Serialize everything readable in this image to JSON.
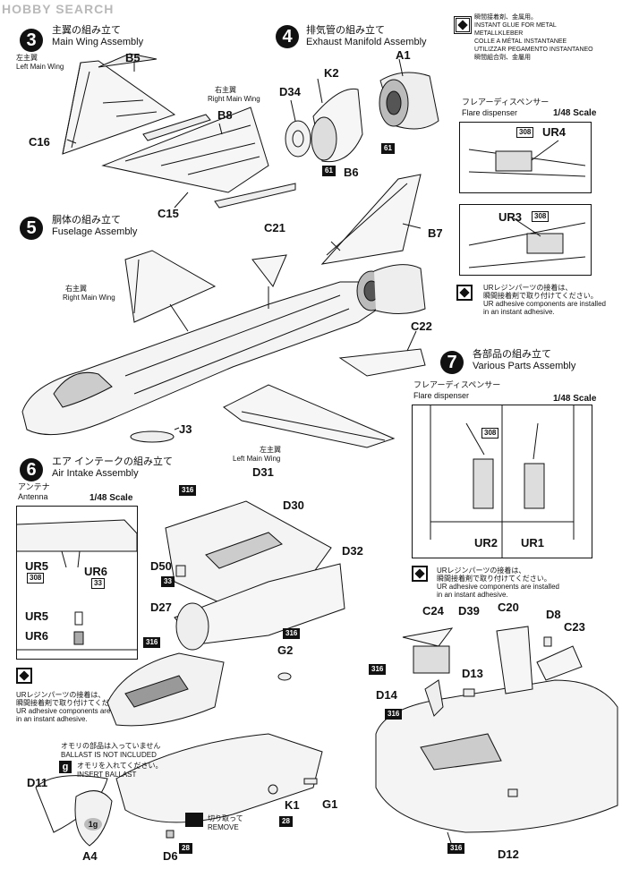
{
  "watermark": "HOBBY SEARCH",
  "steps": {
    "s3": {
      "number": "3",
      "title_jp": "主翼の組み立て",
      "title_en": "Main Wing Assembly",
      "left_jp": "左主翼",
      "left_en": "Left Main Wing",
      "right_jp": "右主翼",
      "right_en": "Right Main Wing"
    },
    "s4": {
      "number": "4",
      "title_jp": "排気管の組み立て",
      "title_en": "Exhaust Manifold Assembly"
    },
    "s5": {
      "number": "5",
      "title_jp": "胴体の組み立て",
      "title_en": "Fuselage Assembly",
      "right_jp": "右主翼",
      "right_en": "Right Main Wing",
      "left_jp": "左主翼",
      "left_en": "Left Main Wing"
    },
    "s6": {
      "number": "6",
      "title_jp": "エア インテークの組み立て",
      "title_en": "Air Intake Assembly",
      "antenna_jp": "アンテナ",
      "antenna_en": "Antenna"
    },
    "s7": {
      "number": "7",
      "title_jp": "各部品の組み立て",
      "title_en": "Various Parts Assembly"
    }
  },
  "glue_note": {
    "lines": [
      "瞬間接着剤、金属用。",
      "INSTANT GLUE FOR METAL",
      "METALLKLEBER",
      "COLLE A MÉTAL INSTANTANEE",
      "UTILIZZAR PEGAMENTO INSTANTANEO",
      "瞬間組合劑、金屬用"
    ]
  },
  "flare": {
    "jp": "フレアーディスペンサー",
    "en": "Flare dispenser",
    "scale": "1/48 Scale"
  },
  "resin_note": {
    "jp1": "URレジンパーツの接着は、",
    "jp2": "瞬間接着剤で取り付けてください。",
    "en1": "UR adhesive components are installed",
    "en2": "in an instant adhesive."
  },
  "ballast": {
    "jp": "オモリの部品は入っていません",
    "en": "BALLAST IS NOT INCLUDED",
    "jp2": "オモリを入れてください。",
    "en2": "INSERT BALLAST",
    "icon": "g",
    "weight": "1g"
  },
  "remove": {
    "jp": "切り取って",
    "en": "REMOVE"
  },
  "parts": {
    "B5": "B5",
    "B8": "B8",
    "C16": "C16",
    "C15": "C15",
    "A1": "A1",
    "K2": "K2",
    "D34": "D34",
    "B6": "B6",
    "B7": "B7",
    "C21": "C21",
    "C22": "C22",
    "J3": "J3",
    "UR4": "UR4",
    "UR3": "UR3",
    "UR2": "UR2",
    "UR1": "UR1",
    "D31": "D31",
    "D30": "D30",
    "D32": "D32",
    "D50": "D50",
    "D27": "D27",
    "G2": "G2",
    "K1": "K1",
    "G1": "G1",
    "D11": "D11",
    "A4": "A4",
    "D6": "D6",
    "UR5": "UR5",
    "UR6": "UR6",
    "C24": "C24",
    "D39": "D39",
    "C20": "C20",
    "D8": "D8",
    "C23": "C23",
    "D13": "D13",
    "D14": "D14",
    "D12": "D12"
  },
  "nums": {
    "n61": "61",
    "n308": "308",
    "n316": "316",
    "n33": "33",
    "n28": "28"
  }
}
